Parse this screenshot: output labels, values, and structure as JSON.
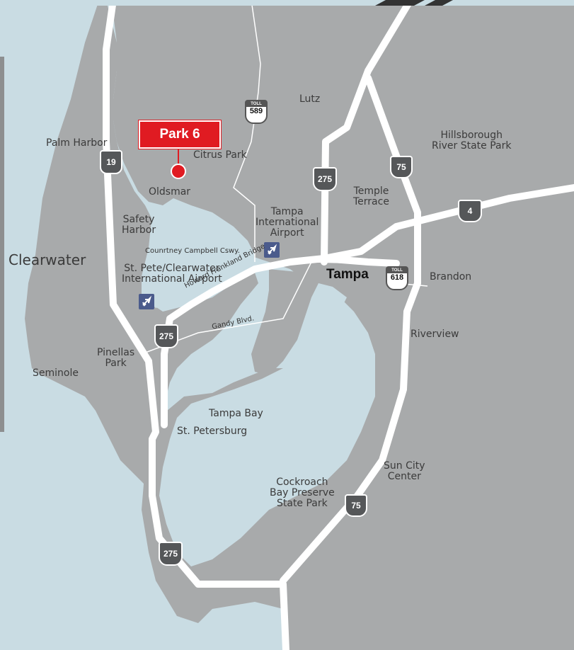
{
  "marker": {
    "label": "Park 6",
    "color": "#e01b22"
  },
  "places": {
    "palm_harbor": "Palm Harbor",
    "lutz": "Lutz",
    "citrus_park": "Citrus Park",
    "oldsmar": "Oldsmar",
    "safety_harbor": "Safety\nHarbor",
    "clearwater": "Clearwater",
    "tampa_airport": "Tampa\nInternational\nAirport",
    "courtney": "Counrtney Campbell Cswy.",
    "stpete_airport": "St. Pete/Clearwater\nInternational Airport",
    "tampa": "Tampa",
    "brandon": "Brandon",
    "temple_terrace": "Temple\nTerrace",
    "hillsborough": "Hillsborough\nRiver State Park",
    "riverview": "Riverview",
    "pinellas_park": "Pinellas\nPark",
    "seminole": "Seminole",
    "tampa_bay": "Tampa Bay",
    "st_petersburg": "St. Petersburg",
    "sun_city": "Sun City\nCenter",
    "cockroach": "Cockroach\nBay Preserve\nState Park",
    "howard_frankland": "Howard Frankland Bridge",
    "gandy": "Gandy Blvd."
  },
  "shields": {
    "i275": "275",
    "i75": "75",
    "us19": "19",
    "sr4": "4",
    "toll589": "589",
    "toll618": "618",
    "toll": "TOLL"
  },
  "colors": {
    "water": "#c9dce3",
    "land": "#a8aaab",
    "road": "#ffffff",
    "interstate": "#555759",
    "airport": "#4b5b8c"
  }
}
